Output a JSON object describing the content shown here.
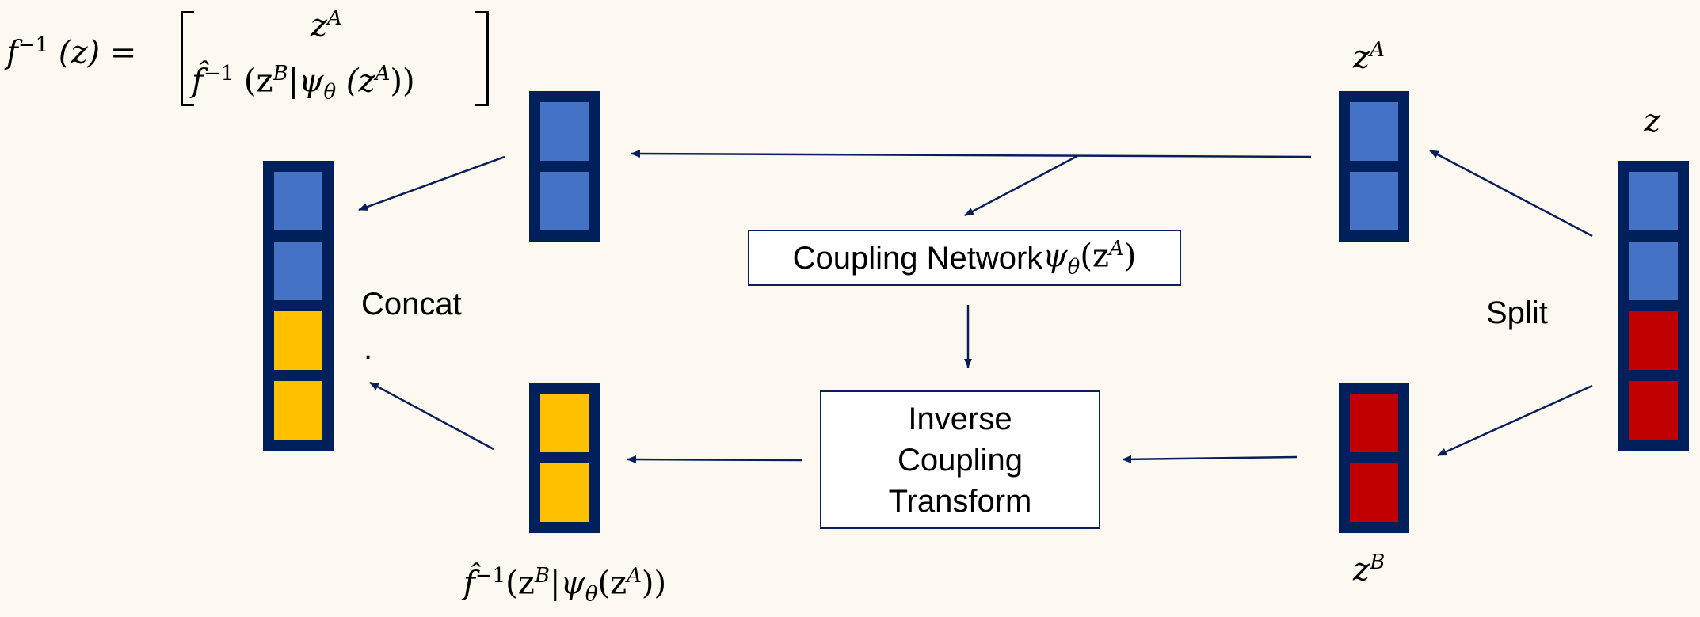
{
  "colors": {
    "background": "#fdf9f0",
    "frame": "#00205b",
    "blue": "#4472c4",
    "gold": "#ffc000",
    "red": "#c00000",
    "arrow": "#0a1e5a"
  },
  "equation": {
    "lhs": "f",
    "lhs_sup": "−1",
    "lhs_arg": "(z) =",
    "top_entry": "z",
    "top_entry_sup": "A",
    "bottom_entry": "f̂",
    "bottom_entry_sup": "−1",
    "bottom_entry_arg": "(z",
    "bottom_entry_arg_sup": "B",
    "bottom_entry_rest": "|ψ",
    "bottom_entry_sub": "θ",
    "bottom_entry_tail": "(z",
    "bottom_entry_tail_sup": "A",
    "bottom_entry_close": "))"
  },
  "labels": {
    "z_input": "z",
    "z_a": "z",
    "z_a_sup": "A",
    "z_b": "z",
    "z_b_sup": "B",
    "split": "Split",
    "concat": "Concat",
    "concat_dot": "."
  },
  "coupling_box": {
    "text": "Coupling Network ",
    "psi": "ψ",
    "psi_sub": "θ",
    "arg_open": "(z",
    "arg_sup": "A",
    "arg_close": ")"
  },
  "inverse_box": {
    "line1": "Inverse",
    "line2": "Coupling",
    "line3": "Transform"
  },
  "bottom_formula": {
    "f": "f̂",
    "f_sup": "−1",
    "open": "(z",
    "open_sup": "B",
    "psi": "|ψ",
    "psi_sub": "θ",
    "arg": "(z",
    "arg_sup": "A",
    "close": "))"
  },
  "blocks": {
    "z_stack": [
      "blue",
      "blue",
      "red",
      "red"
    ],
    "za_stack": [
      "blue",
      "blue"
    ],
    "zb_stack": [
      "red",
      "red"
    ],
    "za_copy_stack": [
      "blue",
      "blue"
    ],
    "transformed_stack": [
      "gold",
      "gold"
    ],
    "output_stack": [
      "blue",
      "blue",
      "gold",
      "gold"
    ]
  }
}
